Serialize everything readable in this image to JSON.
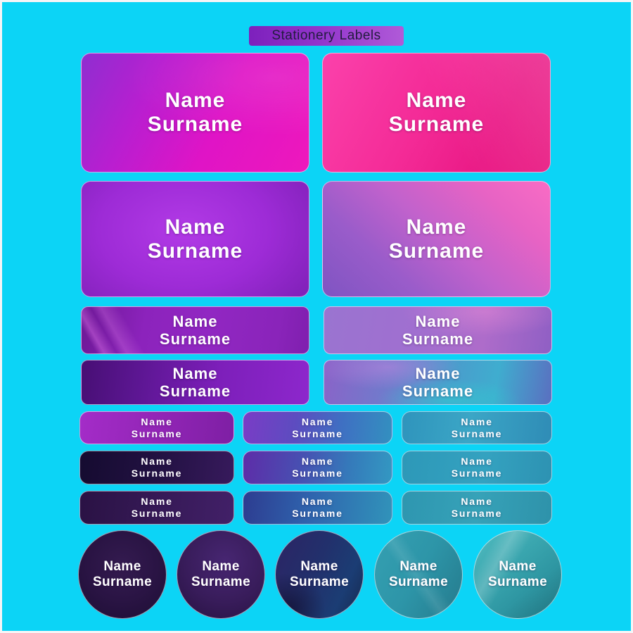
{
  "page": {
    "title": "Stationery Labels"
  },
  "label_text": {
    "line1": "Name",
    "line2": "Surname"
  },
  "colors": {
    "background": "#0cd4f6",
    "frame": "#f6f4f6",
    "title_box_gradient": [
      "#7d20bc",
      "#b05ad8"
    ],
    "title_text": "#221c3e",
    "label_text": "#ffffff",
    "diecut_outline": "rgba(238,248,252,0.6)"
  },
  "labels": [
    {
      "id": "rect-large-1",
      "shape": "rounded-rect",
      "size": "large",
      "text": "Name Surname",
      "palette": [
        "#8f2ed0",
        "#ee18bc"
      ]
    },
    {
      "id": "rect-large-2",
      "shape": "rounded-rect",
      "size": "large",
      "text": "Name Surname",
      "palette": [
        "#fb41ab",
        "#e8147e"
      ]
    },
    {
      "id": "rect-large-3",
      "shape": "rounded-rect",
      "size": "large",
      "text": "Name Surname",
      "palette": [
        "#b23ae6",
        "#70189f"
      ]
    },
    {
      "id": "rect-large-4",
      "shape": "rounded-rect",
      "size": "large",
      "text": "Name Surname",
      "palette": [
        "#f96cc4",
        "#7f54c2"
      ]
    },
    {
      "id": "rect-medium-1",
      "shape": "rounded-rect",
      "size": "medium",
      "text": "Name Surname",
      "palette": [
        "#6d1896",
        "#9127c2"
      ]
    },
    {
      "id": "rect-medium-2",
      "shape": "rounded-rect",
      "size": "medium",
      "text": "Name Surname",
      "palette": [
        "#9a74d0",
        "#8f5fc4"
      ]
    },
    {
      "id": "rect-medium-3",
      "shape": "rounded-rect",
      "size": "medium",
      "text": "Name Surname",
      "palette": [
        "#470f74",
        "#8d27cc"
      ]
    },
    {
      "id": "rect-medium-4",
      "shape": "rounded-rect",
      "size": "medium",
      "text": "Name Surname",
      "palette": [
        "#8a63c8",
        "#3fadcf",
        "#5a6fc0"
      ]
    },
    {
      "id": "rect-small-1",
      "shape": "rounded-rect",
      "size": "small",
      "text": "Name Surname",
      "palette": [
        "#a42cc8",
        "#7e1fa4"
      ]
    },
    {
      "id": "rect-small-2",
      "shape": "rounded-rect",
      "size": "small",
      "text": "Name Surname",
      "palette": [
        "#7a3cc6",
        "#3390c0"
      ]
    },
    {
      "id": "rect-small-3",
      "shape": "rounded-rect",
      "size": "small",
      "text": "Name Surname",
      "palette": [
        "#2f94bc",
        "#2f8cb6"
      ]
    },
    {
      "id": "rect-small-4",
      "shape": "rounded-rect",
      "size": "small",
      "text": "Name Surname",
      "palette": [
        "#150b30",
        "#371a5c"
      ]
    },
    {
      "id": "rect-small-5",
      "shape": "rounded-rect",
      "size": "small",
      "text": "Name Surname",
      "palette": [
        "#5e2ca8",
        "#3398c2"
      ]
    },
    {
      "id": "rect-small-6",
      "shape": "rounded-rect",
      "size": "small",
      "text": "Name Surname",
      "palette": [
        "#2d98b8",
        "#2d92b2"
      ]
    },
    {
      "id": "rect-small-7",
      "shape": "rounded-rect",
      "size": "small",
      "text": "Name Surname",
      "palette": [
        "#2a1244",
        "#422068"
      ]
    },
    {
      "id": "rect-small-8",
      "shape": "rounded-rect",
      "size": "small",
      "text": "Name Surname",
      "palette": [
        "#2d3c90",
        "#3193ba"
      ]
    },
    {
      "id": "rect-small-9",
      "shape": "rounded-rect",
      "size": "small",
      "text": "Name Surname",
      "palette": [
        "#2e96b0",
        "#2e92aa"
      ]
    },
    {
      "id": "circle-1",
      "shape": "circle",
      "size": "round",
      "text": "Name Surname",
      "palette": [
        "#341b50",
        "#1d0e34"
      ]
    },
    {
      "id": "circle-2",
      "shape": "circle",
      "size": "round",
      "text": "Name Surname",
      "palette": [
        "#472672",
        "#261140"
      ]
    },
    {
      "id": "circle-3",
      "shape": "circle",
      "size": "round",
      "text": "Name Surname",
      "palette": [
        "#2c2464",
        "#16294e"
      ]
    },
    {
      "id": "circle-4",
      "shape": "circle",
      "size": "round",
      "text": "Name Surname",
      "palette": [
        "#35a0b2",
        "#257a8c"
      ]
    },
    {
      "id": "circle-5",
      "shape": "circle",
      "size": "round",
      "text": "Name Surname",
      "palette": [
        "#52bcc0",
        "#20707c"
      ]
    }
  ]
}
